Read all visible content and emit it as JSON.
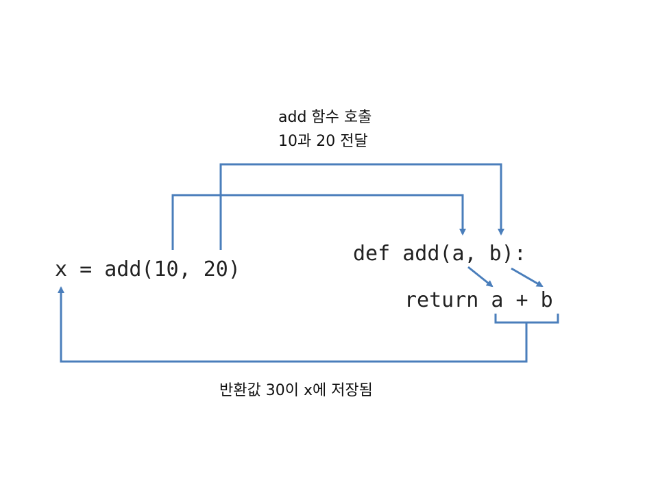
{
  "colors": {
    "arrow": "#4a7ebb",
    "text": "#222222"
  },
  "caller": {
    "code": "x = add(10, 20)"
  },
  "function_def": {
    "signature": "def add(a, b):",
    "body": "return a + b"
  },
  "call_note": {
    "line1": "add 함수 호출",
    "line2": "10과 20 전달"
  },
  "return_note": {
    "text": "반환값 30이 x에 저장됨"
  }
}
